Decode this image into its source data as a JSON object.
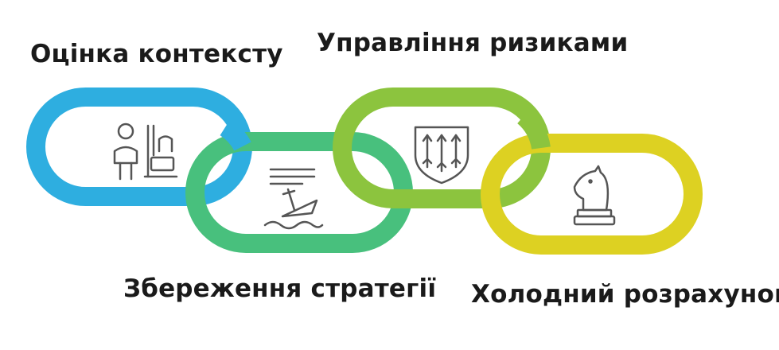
{
  "labels": {
    "context": "Оцінка контексту",
    "risk": "Управління ризиками",
    "strategy": "Збереження стратегії",
    "calc": "Холодний розрахунок"
  },
  "colors": {
    "blue": "#2eaee0",
    "green": "#48c07d",
    "lime": "#8cc43e",
    "yellow": "#ddd122",
    "icon": "#555555"
  },
  "icons": [
    "person-desk-icon",
    "sinking-ship-icon",
    "shield-arrows-icon",
    "chess-knight-icon"
  ]
}
